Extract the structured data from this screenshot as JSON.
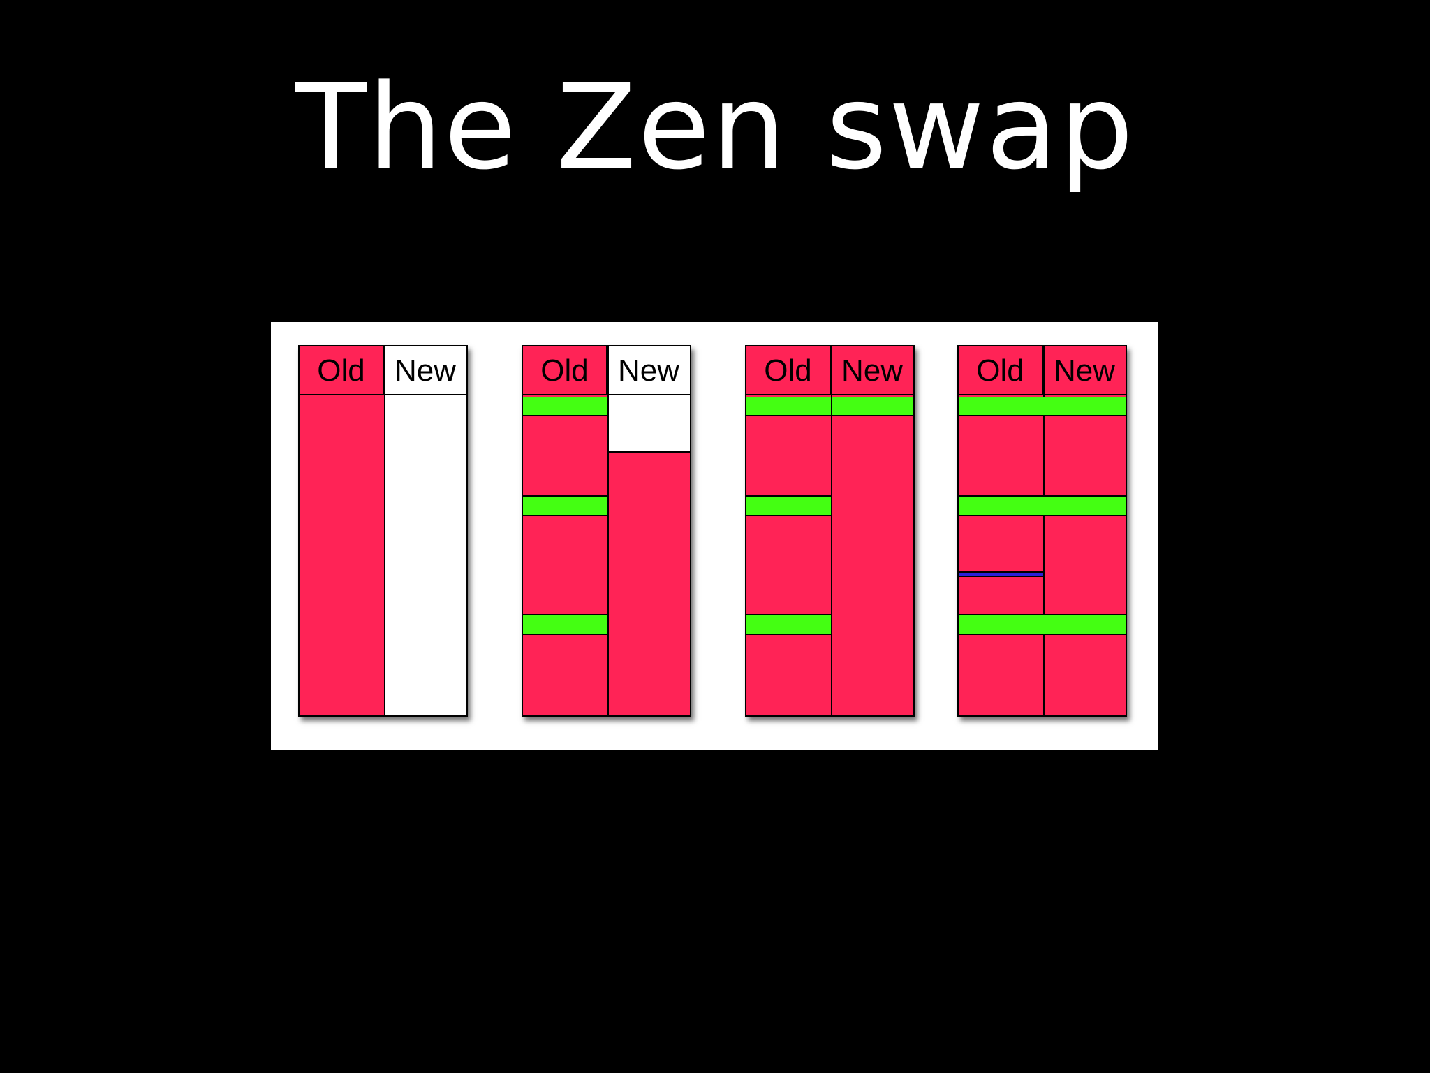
{
  "slide": {
    "title": "The Zen swap"
  },
  "colors": {
    "background": "#000000",
    "panel": "#ffffff",
    "old_data": "#ff2356",
    "empty": "#ffffff",
    "marker": "#44ff12",
    "pointer": "#2b1fd8"
  },
  "stages": [
    {
      "old_label": "Old",
      "new_label": "New",
      "old_header_color": "#ff2356",
      "new_header_color": "#ffffff"
    },
    {
      "old_label": "Old",
      "new_label": "New",
      "old_header_color": "#ff2356",
      "new_header_color": "#ffffff"
    },
    {
      "old_label": "Old",
      "new_label": "New",
      "old_header_color": "#ff2356",
      "new_header_color": "#ff2356"
    },
    {
      "old_label": "Old",
      "new_label": "New",
      "old_header_color": "#ff2356",
      "new_header_color": "#ff2356"
    }
  ]
}
